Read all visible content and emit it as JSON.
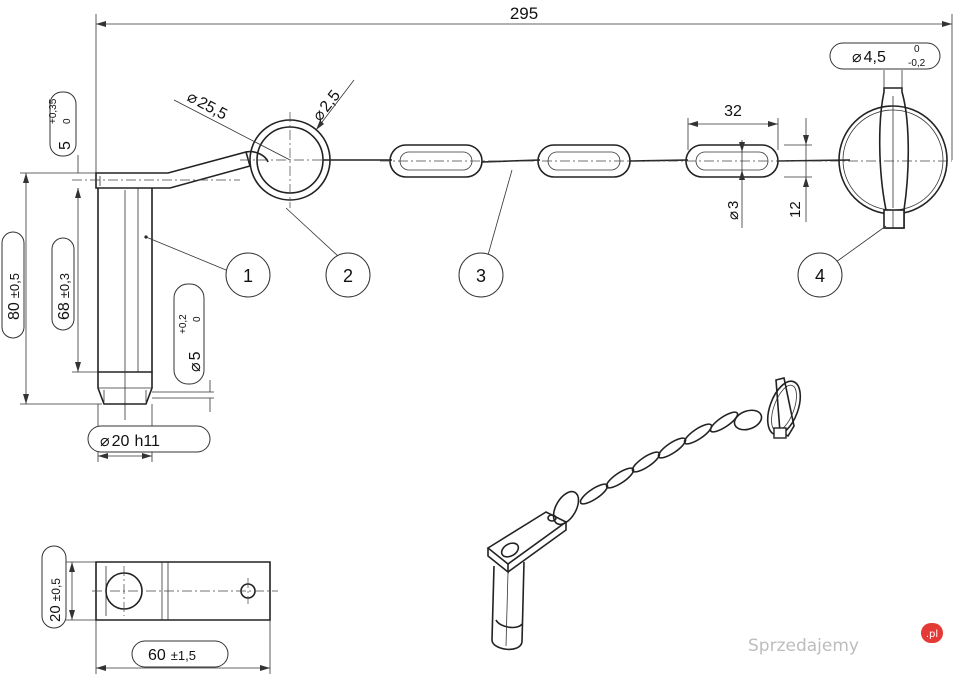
{
  "dimensions": {
    "overall_length": "295",
    "ring_diameter": "25,5",
    "wire_diameter": "2,5",
    "link_length": "32",
    "link_wire": "3",
    "link_width": "12",
    "cotter_ring_diameter": "4,5",
    "cotter_tol_upper": "0",
    "cotter_tol_lower": "-0,2",
    "pin_diameter": "20",
    "pin_fit": "h11",
    "pin_total_length": "80",
    "pin_total_tol": "±0,5",
    "pin_shank_length": "68",
    "pin_shank_tol": "±0,3",
    "hole_diameter": "5",
    "hole_tol_upper": "+0,2",
    "hole_tol_lower": "0",
    "flange_thickness": "5",
    "flange_tol_upper": "+0,35",
    "flange_tol_lower": "0",
    "plate_width": "20",
    "plate_width_tol": "±0,5",
    "plate_length": "60",
    "plate_length_tol": "±1,5"
  },
  "part_numbers": [
    "1",
    "2",
    "3",
    "4"
  ],
  "watermark": {
    "text": "Sprzedajemy",
    "badge": ".pl"
  },
  "colors": {
    "line": "#222222",
    "watermark": "#bdbdbd",
    "badge": "#e53935"
  }
}
